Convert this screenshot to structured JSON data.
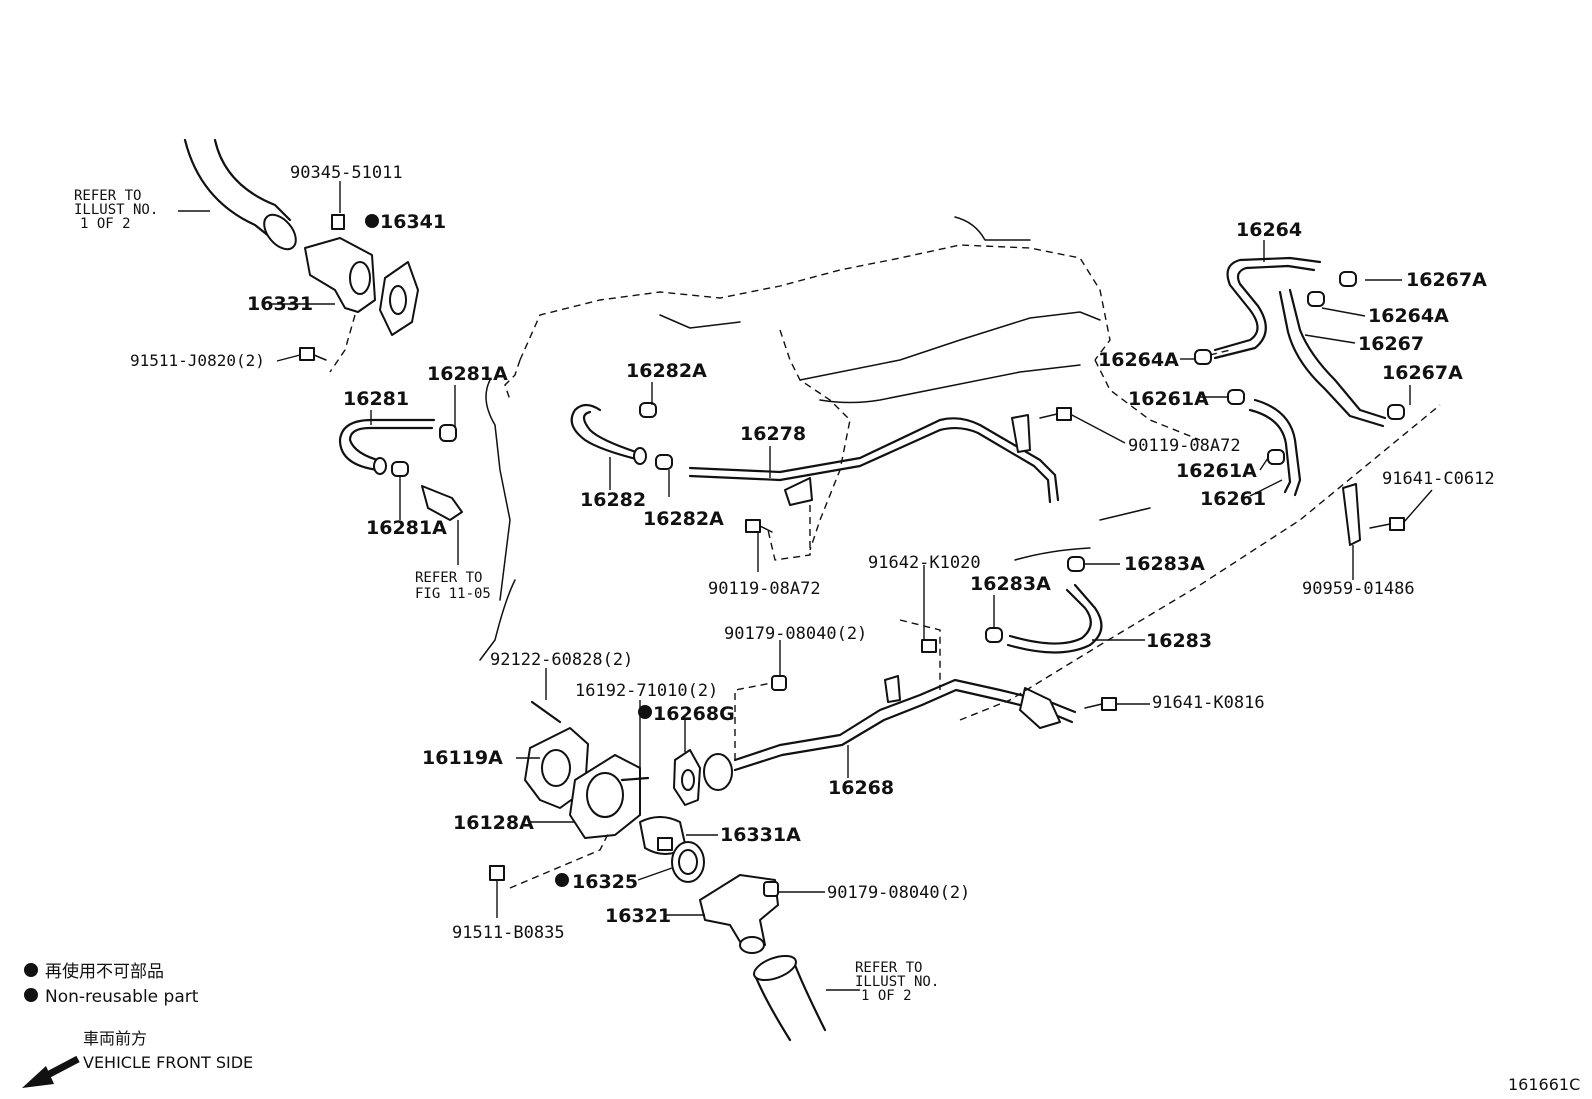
{
  "figure_code": "161661C",
  "legend": {
    "nonreusable_jp": "再使用不可部品",
    "nonreusable_en": "Non-reusable part",
    "front_jp": "車両前方",
    "front_en": "VEHICLE FRONT SIDE"
  },
  "refs": {
    "top_left": [
      "REFER TO",
      "ILLUST NO.",
      "1 OF 2"
    ],
    "fig": [
      "REFER TO",
      "FIG 11-05"
    ],
    "bottom": [
      "REFER TO",
      "ILLUST NO.",
      "1 OF 2"
    ]
  },
  "labels": {
    "p90345": "90345-51011",
    "p16341": "16341",
    "p16331": "16331",
    "p91511j": "91511-J0820(2)",
    "p16281": "16281",
    "p16281a_top": "16281A",
    "p16281a_bot": "16281A",
    "p16282a_top": "16282A",
    "p16282": "16282",
    "p16282a_bot": "16282A",
    "p16278": "16278",
    "p90119_low": "90119-08A72",
    "p16264": "16264",
    "p16267a_top": "16267A",
    "p16264a_right": "16264A",
    "p16267": "16267",
    "p16264a_left": "16264A",
    "p16267a_mid": "16267A",
    "p16261a_top": "16261A",
    "p90119_up": "90119-08A72",
    "p16261a_mid": "16261A",
    "p16261": "16261",
    "p91641c": "91641-C0612",
    "p90959": "90959-01486",
    "p91642": "91642-K1020",
    "p16283a_right": "16283A",
    "p16283a_left": "16283A",
    "p16283": "16283",
    "p90179_top": "90179-08040(2)",
    "p91641k": "91641-K0816",
    "p92122": "92122-60828(2)",
    "p16192": "16192-71010(2)",
    "p16268g": "16268G",
    "p16119a": "16119A",
    "p16268": "16268",
    "p16128a": "16128A",
    "p16331a": "16331A",
    "p16325": "16325",
    "p90179_bot": "90179-08040(2)",
    "p16321": "16321",
    "p91511b": "91511-B0835"
  }
}
